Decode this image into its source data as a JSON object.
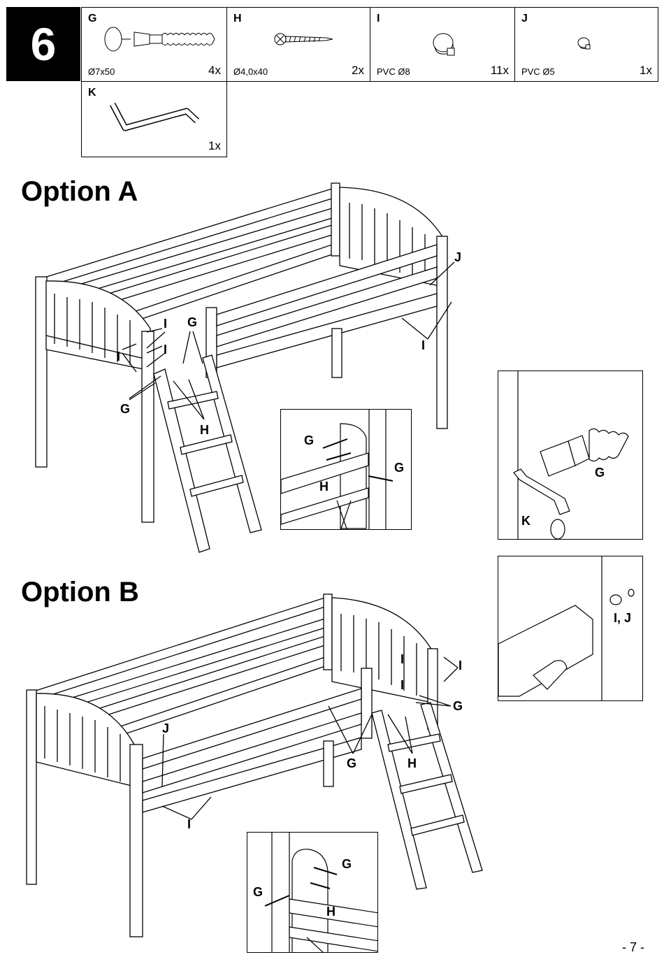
{
  "step": "6",
  "parts": [
    {
      "letter": "G",
      "spec": "Ø7x50",
      "qty": "4x",
      "icon": "cam-bolt-icon"
    },
    {
      "letter": "H",
      "spec": "Ø4,0x40",
      "qty": "2x",
      "icon": "screw-icon"
    },
    {
      "letter": "I",
      "spec": "PVC Ø8",
      "qty": "11x",
      "icon": "cap-large-icon"
    },
    {
      "letter": "J",
      "spec": "PVC Ø5",
      "qty": "1x",
      "icon": "cap-small-icon"
    },
    {
      "letter": "K",
      "spec": "",
      "qty": "1x",
      "icon": "allen-key-icon"
    }
  ],
  "options": [
    {
      "title": "Option A"
    },
    {
      "title": "Option B"
    }
  ],
  "callouts": {
    "g": "G",
    "h": "H",
    "i": "I",
    "j": "J",
    "k": "K",
    "ij": "I, J"
  },
  "page_number": "- 7 -"
}
